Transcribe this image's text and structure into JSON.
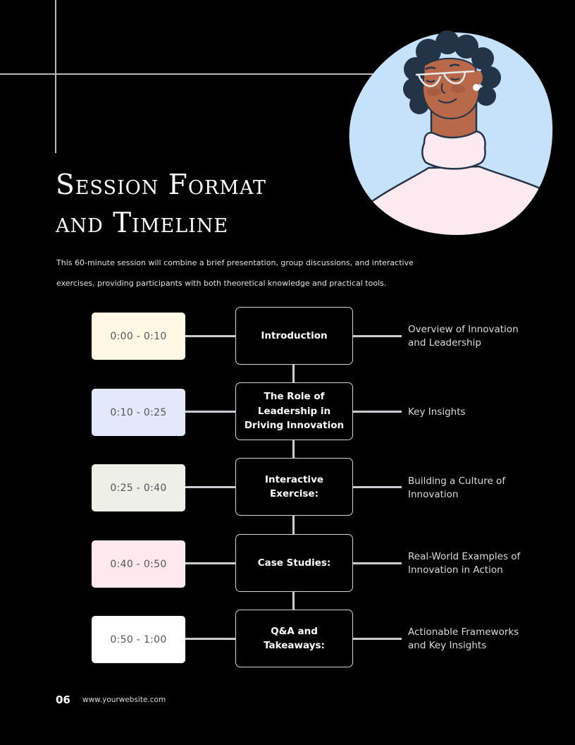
{
  "header": {
    "title_line1": "Session Format",
    "title_line2": "and Timeline",
    "intro_line1": "This 60-minute session will combine a brief presentation, group discussions, and interactive",
    "intro_line2": "exercises, providing participants with both theoretical knowledge and practical tools."
  },
  "illustration": {
    "icon": "woman-with-glasses-avatar-icon",
    "blob_color": "#c6e2fb",
    "sweater_color": "#fdeaf0",
    "skin_color": "#b8694a",
    "hair_color": "#243447"
  },
  "timeline": {
    "connector_color": "#c9ced3",
    "rows": [
      {
        "time": "0:00 - 0:10",
        "time_bg": "#fff8e4",
        "topic": "Introduction",
        "description": "Overview of Innovation and Leadership"
      },
      {
        "time": "0:10 - 0:25",
        "time_bg": "#e4e8fb",
        "topic": "The Role of Leadership in Driving Innovation",
        "description": "Key Insights"
      },
      {
        "time": "0:25 - 0:40",
        "time_bg": "#eef0e8",
        "topic": "Interactive Exercise:",
        "description": "Building a Culture of Innovation"
      },
      {
        "time": "0:40 - 0:50",
        "time_bg": "#ffe9ee",
        "topic": "Case Studies:",
        "description": "Real-World Examples of Innovation in Action"
      },
      {
        "time": "0:50 - 1:00",
        "time_bg": "#ffffff",
        "topic": "Q&A and Takeaways:",
        "description": "Actionable Frameworks and Key Insights"
      }
    ]
  },
  "footer": {
    "page_number": "06",
    "website": "www.yourwebsite.com"
  }
}
